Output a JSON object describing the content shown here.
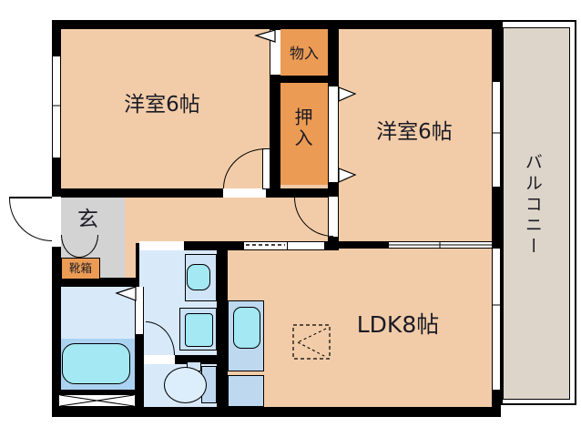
{
  "plan": {
    "bedroom1_label": "洋室6帖",
    "bedroom2_label": "洋室6帖",
    "ldk_label": "LDK8帖",
    "storage_label": "物入",
    "closet_label": "押入",
    "entrance_label": "玄",
    "shoe_cabinet_label": "靴箱",
    "balcony_label": "バルコニー"
  },
  "colors": {
    "floor_peach": "#F2CCA8",
    "closet_orange": "#EB9B54",
    "entrance_gray": "#D3D3D3",
    "balcony_beige": "#DDD5C9",
    "wet_room_blue": "#D8E9FA",
    "counter_blue": "#BED8F0",
    "water_cyan": "#A3E8F3",
    "tub_band_blue": "#ABD2F0",
    "wall_black": "#000000",
    "text_dark": "#1B1B26"
  }
}
